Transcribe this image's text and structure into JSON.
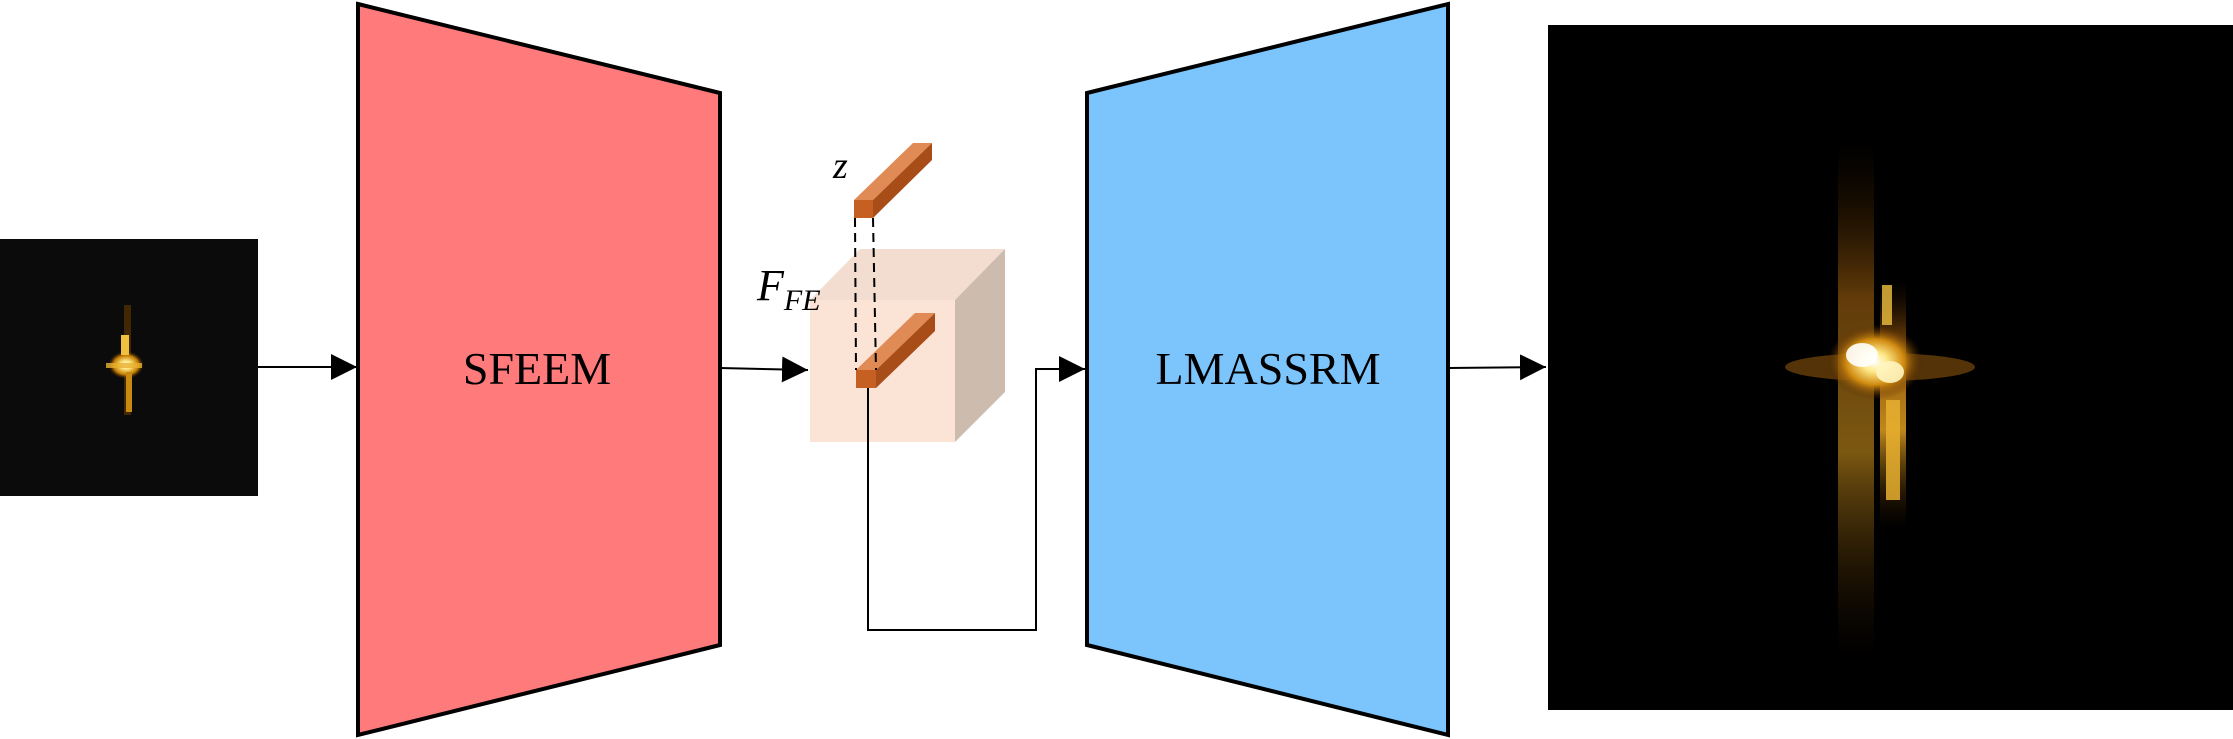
{
  "diagram": {
    "blocks": {
      "encoder": {
        "label": "SFEEM",
        "color": "#ff7a7a"
      },
      "decoder": {
        "label": "LMASSRM",
        "color": "#7cc4fc"
      }
    },
    "labels": {
      "latent": "z",
      "feature_main": "F",
      "feature_sub": "FE"
    },
    "images": {
      "input": "low-resolution input image",
      "output": "high-resolution output image"
    },
    "colors": {
      "bar_front": "#c65f22",
      "bar_top": "#e08a55",
      "bar_side": "#a84d18",
      "cube_front": "#fbe3d6",
      "cube_top": "#f3ddd0",
      "cube_side": "#cdbcad",
      "stroke": "#000000"
    }
  }
}
